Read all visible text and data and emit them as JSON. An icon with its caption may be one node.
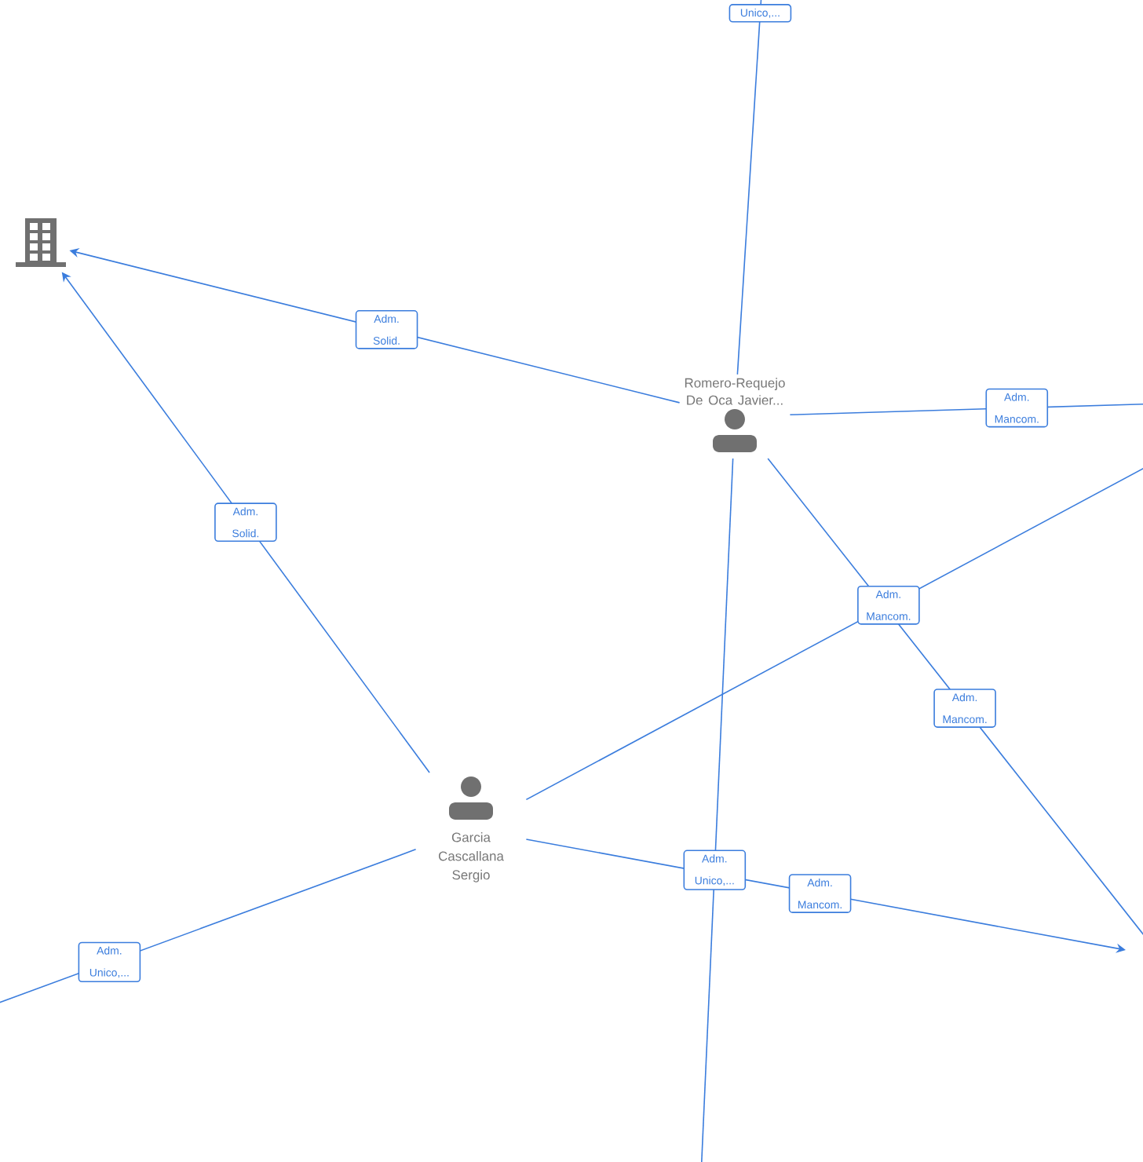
{
  "diagram": {
    "nodes": [
      {
        "text": [],
        "shape": "building"
      },
      {
        "text": [
          "Romero-Requejo De Oca Javier..."
        ]
      },
      {
        "text": [
          "Garcia Cascallana Sergio"
        ]
      }
    ],
    "edges": [
      {
        "from": 1,
        "to": 0,
        "arrow": "to",
        "label": "Adm. Solid."
      },
      {
        "from": 2,
        "to": 0,
        "arrow": "to",
        "label": "Adm. Solid."
      },
      {
        "from": 1,
        "to": null,
        "arrow": "none",
        "label": "Unico,..."
      },
      {
        "from": 1,
        "to": null,
        "arrow": "none",
        "label": "Adm. Mancom."
      },
      {
        "from": 1,
        "to": null,
        "arrow": "none",
        "label": "Adm. Mancom."
      },
      {
        "from": 2,
        "to": null,
        "arrow": "none",
        "label": "Adm. Mancom."
      },
      {
        "from": 1,
        "to": null,
        "arrow": "none",
        "label": "Adm. Unico,..."
      },
      {
        "from": 2,
        "to": null,
        "arrow": "to",
        "label": "Adm. Mancom."
      },
      {
        "from": 2,
        "to": null,
        "arrow": "none",
        "label": "Adm. Unico,..."
      }
    ]
  }
}
